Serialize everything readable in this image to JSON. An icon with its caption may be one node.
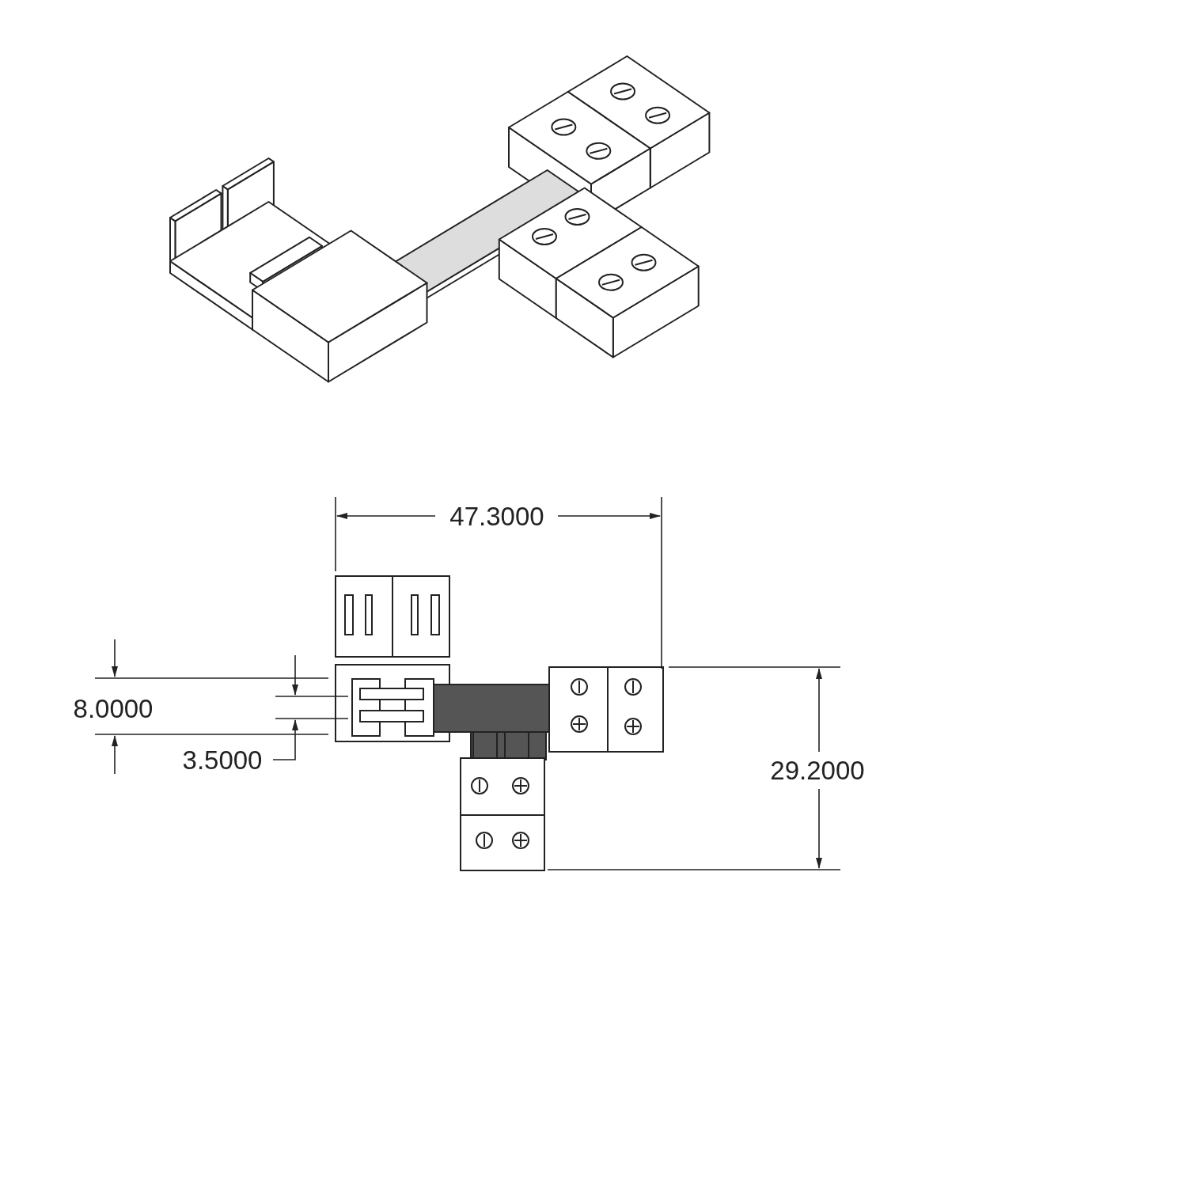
{
  "diagram": {
    "labels": [
      "47.3000",
      "8.0000",
      "3.5000",
      "29.2000"
    ]
  }
}
